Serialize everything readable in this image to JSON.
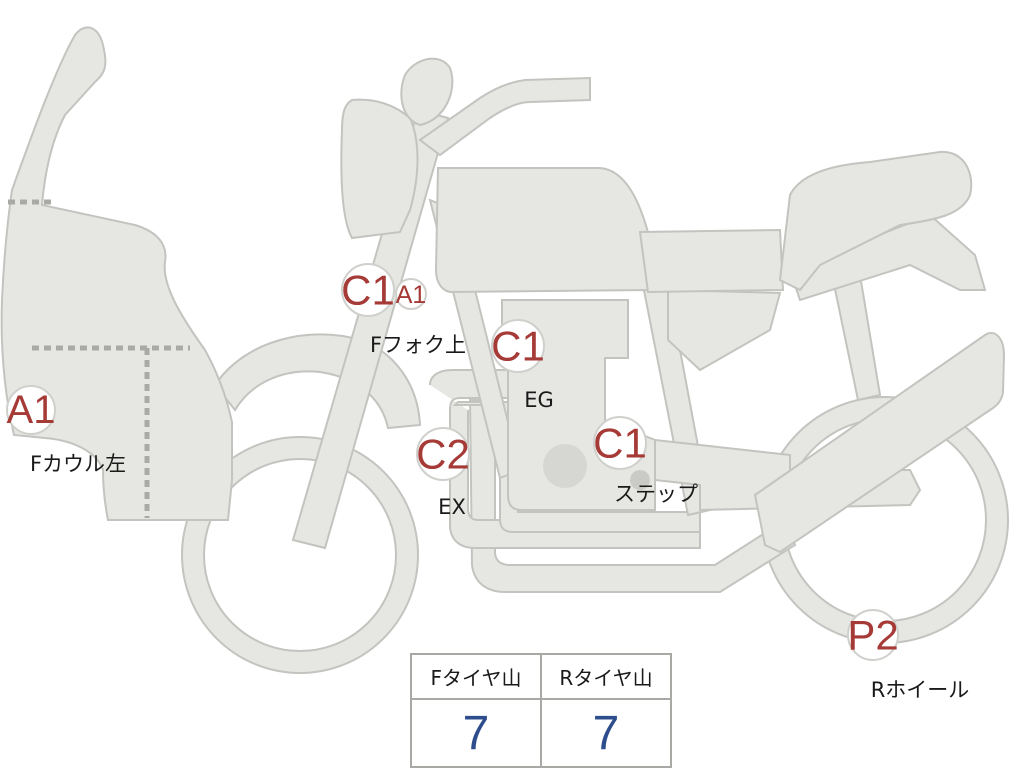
{
  "diagram": {
    "markers": [
      {
        "id": "f-cowl-left",
        "code": "A1",
        "label": "Fカウル左"
      },
      {
        "id": "f-fork-upper-c1",
        "code": "C1",
        "label": "Fフォク上"
      },
      {
        "id": "f-fork-upper-a1",
        "code": "A1",
        "label": ""
      },
      {
        "id": "engine",
        "code": "C1",
        "label": "EG"
      },
      {
        "id": "exhaust",
        "code": "C2",
        "label": "EX"
      },
      {
        "id": "step",
        "code": "C1",
        "label": "ステップ"
      },
      {
        "id": "r-wheel",
        "code": "P2",
        "label": "Rホイール"
      }
    ]
  },
  "tire_table": {
    "headers": [
      "Fタイヤ山",
      "Rタイヤ山"
    ],
    "values": [
      "7",
      "7"
    ]
  },
  "colors": {
    "part_fill": "#e6e6e3",
    "part_outline": "#c3c3c0",
    "damage_code": "#a53a36",
    "tire_value": "#2e4d8c"
  }
}
